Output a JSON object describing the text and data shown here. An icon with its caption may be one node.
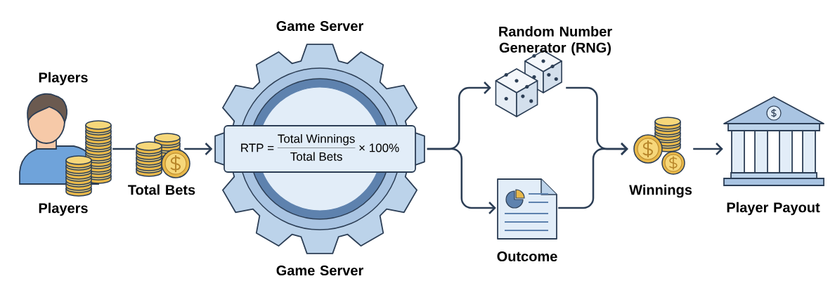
{
  "diagram": {
    "nodes": [
      {
        "text": [
          "Players",
          "Players"
        ]
      },
      {
        "text": [
          "Total Bets"
        ]
      },
      {
        "text": [
          "Game Server",
          "Game Server"
        ]
      },
      {
        "text": [
          "RTP =",
          "Total Winnings",
          "Total Bets",
          "× 100%"
        ],
        "in": 2
      },
      {
        "text": [
          "Random Number Generator (RNG)"
        ]
      },
      {
        "text": [
          "Outcome"
        ]
      },
      {
        "text": [
          "Winnings"
        ]
      },
      {
        "text": [
          "Player Payout"
        ]
      }
    ],
    "edges": [
      {
        "from": 0,
        "to": 1,
        "arrow": "none"
      },
      {
        "from": 1,
        "to": 2,
        "arrow": "to"
      },
      {
        "from": 2,
        "to": 4,
        "arrow": "to"
      },
      {
        "from": 2,
        "to": 5,
        "arrow": "to"
      },
      {
        "from": 4,
        "to": 6,
        "arrow": "to"
      },
      {
        "from": 5,
        "to": 6,
        "arrow": "to"
      },
      {
        "from": 6,
        "to": 7,
        "arrow": "to"
      }
    ]
  }
}
